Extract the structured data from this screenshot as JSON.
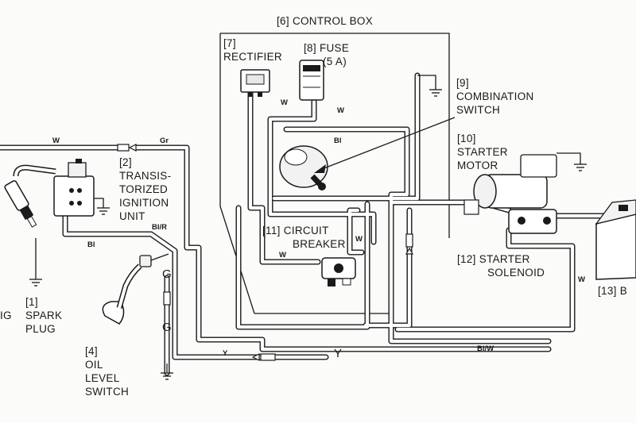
{
  "labels": {
    "control_box": "[6] CONTROL BOX",
    "rectifier": [
      "[7]",
      "RECTIFIER"
    ],
    "fuse": [
      "[8] FUSE",
      "(5 A)"
    ],
    "combination_switch": [
      "[9]",
      "COMBINATION",
      "SWITCH"
    ],
    "starter_motor": [
      "[10]",
      "STARTER",
      "MOTOR"
    ],
    "ignition_unit": [
      "[2]",
      "TRANSIS-",
      "TORIZED",
      "IGNITION",
      "UNIT"
    ],
    "circuit_breaker": [
      "[11] CIRCUIT",
      "BREAKER"
    ],
    "starter_solenoid": [
      "[12] STARTER",
      "SOLENOID"
    ],
    "battery": "[13] B",
    "spark_plug": [
      "[1]",
      "SPARK",
      "PLUG"
    ],
    "ignition_coil_partial": "IG",
    "oil_level_switch": [
      "[4]",
      "OIL",
      "LEVEL",
      "SWITCH"
    ]
  },
  "wire_codes": {
    "w_top_left": "W",
    "gr": "Gr",
    "bl_left": "Bl",
    "bl_r": "Bl/R",
    "w_rectifier": "W",
    "w_fuse": "W",
    "bl_switch": "Bl",
    "w_breaker_right": "W",
    "w_breaker_left": "W",
    "w_solenoid": "W",
    "bl_w": "Bl/W",
    "g_upper": "G",
    "g_lower": "G",
    "y_left": "Y",
    "y_right": "Y"
  },
  "colors": {
    "ink": "#1a1a1a",
    "wire_fill": "#ffffff",
    "paper": "#fbfbf9"
  }
}
